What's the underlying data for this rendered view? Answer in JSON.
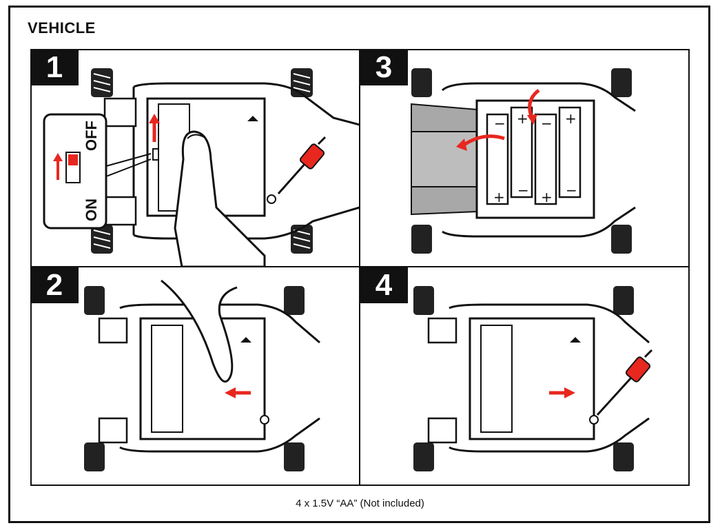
{
  "header": {
    "title": "VEHICLE"
  },
  "steps": [
    {
      "number": "1",
      "switch_off_label": "OFF",
      "switch_on_label": "ON"
    },
    {
      "number": "2"
    },
    {
      "number": "3",
      "plus": "+",
      "minus": "−"
    },
    {
      "number": "4"
    }
  ],
  "footer": {
    "caption": "4 x 1.5V “AA” (Not included)"
  },
  "colors": {
    "accent": "#e8271f",
    "ink": "#111111",
    "tray": "#a8a8a8",
    "tire": "#222222"
  },
  "icons": [
    "screwdriver-icon",
    "finger-hand-icon",
    "arrow-icon",
    "battery-icon",
    "tire-icon",
    "switch-icon"
  ]
}
